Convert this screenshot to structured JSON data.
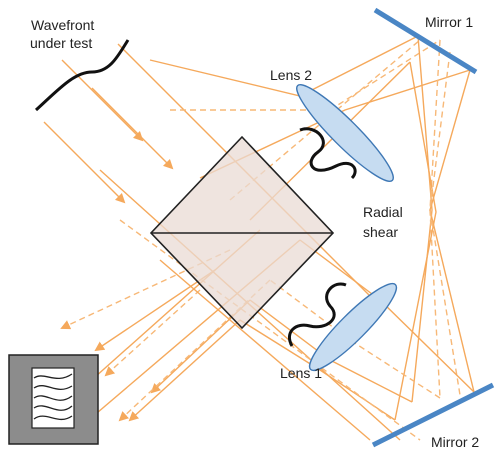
{
  "labels": {
    "wavefront_line1": "Wavefront",
    "wavefront_line2": "under test",
    "lens2": "Lens 2",
    "lens1": "Lens 1",
    "mirror1": "Mirror 1",
    "mirror2": "Mirror 2",
    "radial_line1": "Radial",
    "radial_line2": "shear"
  },
  "colors": {
    "beam": "#f5a95c",
    "beam_dashed": "#f7b877",
    "mirror": "#4a86c5",
    "lens_fill": "#c6dcf1",
    "lens_stroke": "#3f78b5",
    "cube_fill": "#eadbd4",
    "outline": "#222222",
    "detector_fill": "#8c8c8c",
    "fringe_panel": "#ffffff"
  },
  "icons": {
    "detector": "detector-fringe-pattern-icon"
  }
}
